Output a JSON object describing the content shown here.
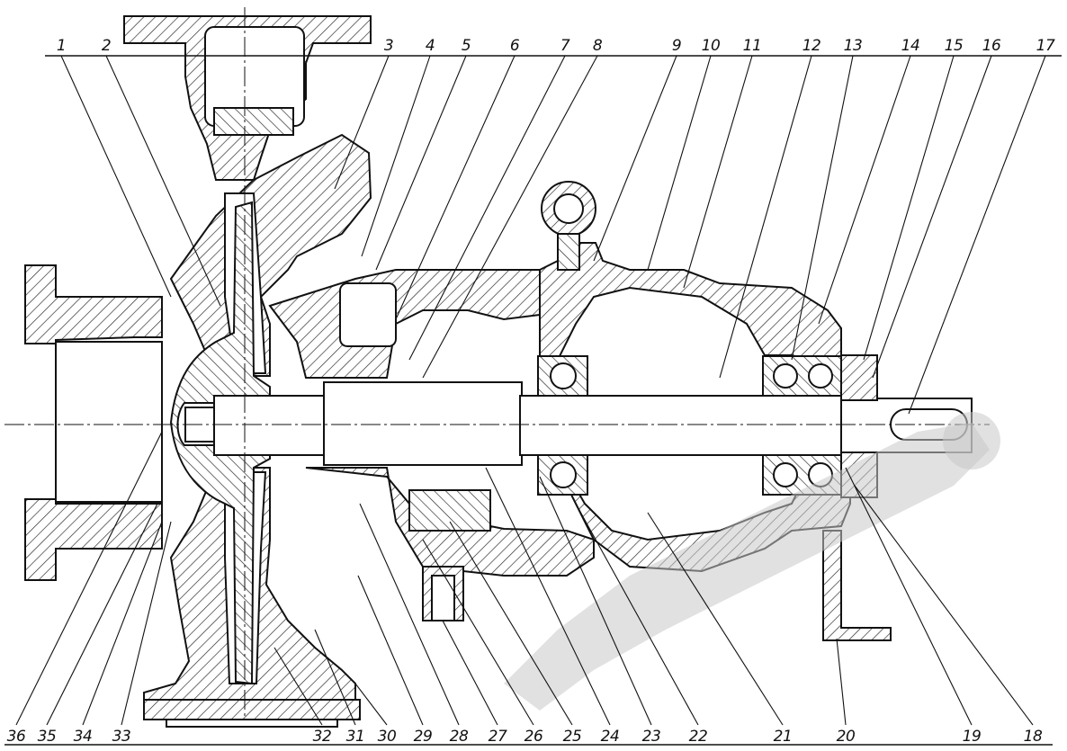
{
  "diagram": {
    "top_labels": [
      "1",
      "2",
      "3",
      "4",
      "5",
      "6",
      "7",
      "8",
      "9",
      "10",
      "11",
      "12",
      "13",
      "14",
      "15",
      "16",
      "17"
    ],
    "bottom_labels": [
      "36",
      "35",
      "34",
      "33",
      "32",
      "31",
      "30",
      "29",
      "28",
      "27",
      "26",
      "25",
      "24",
      "23",
      "22",
      "21",
      "20",
      "19",
      "18"
    ]
  },
  "watermark": {
    "icon": "brand-watermark-logo"
  }
}
